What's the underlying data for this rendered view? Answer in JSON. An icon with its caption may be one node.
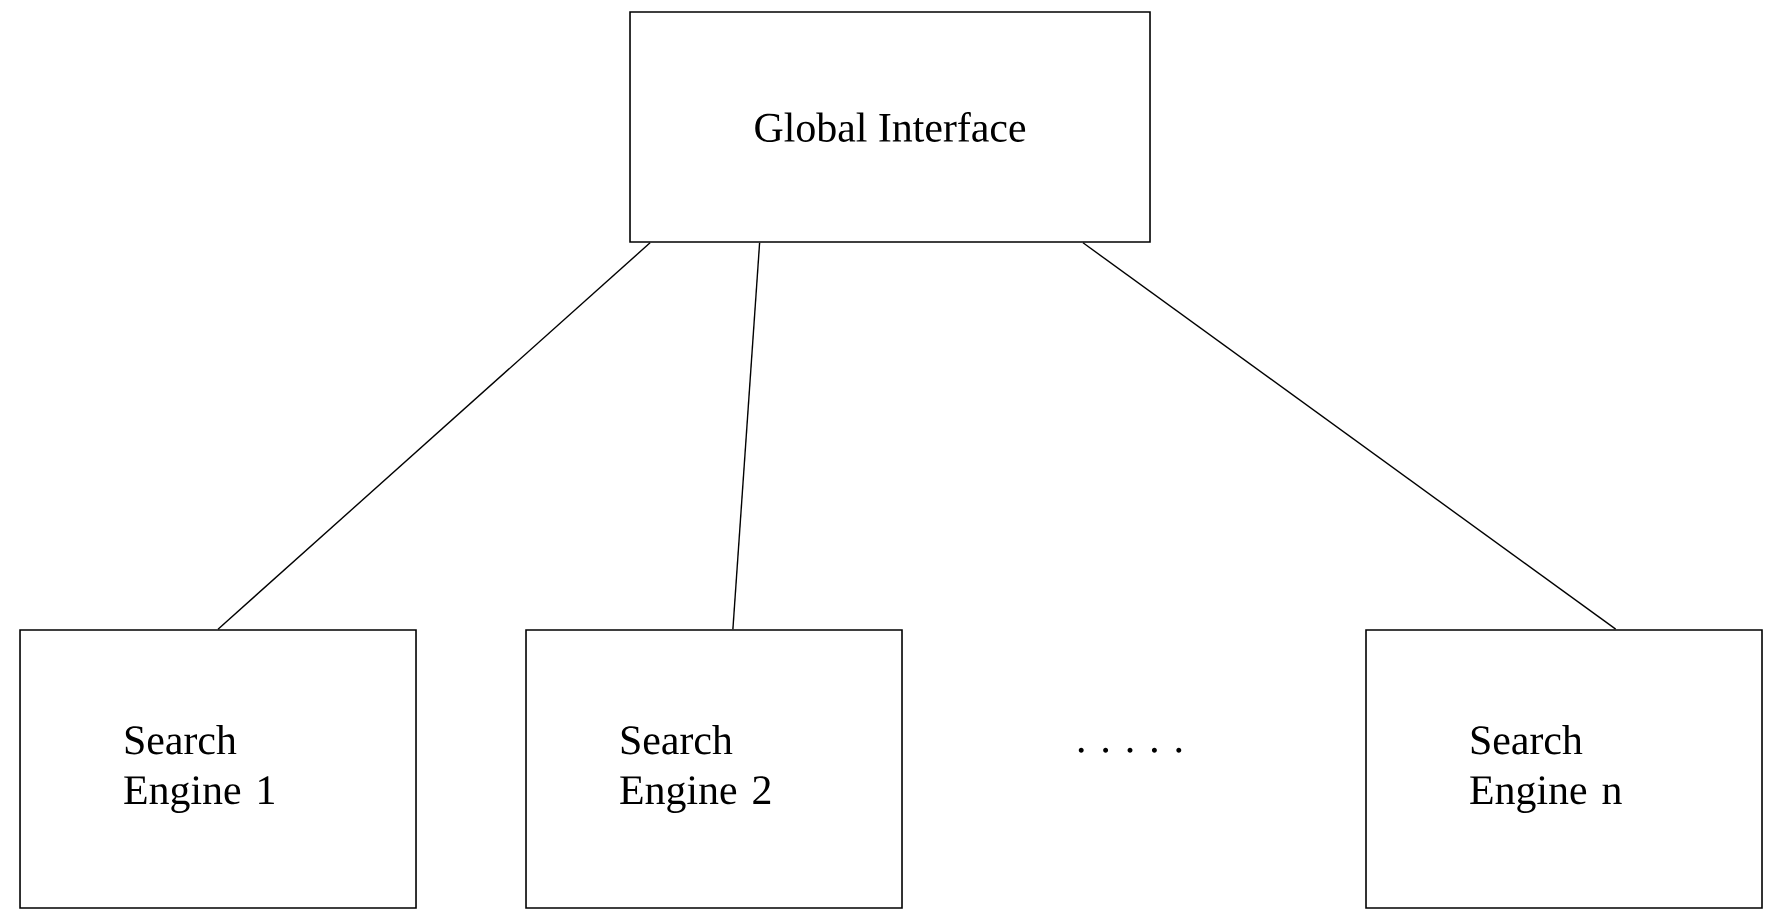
{
  "diagram": {
    "nodes": [
      {
        "text": [
          "Global Interface"
        ]
      },
      {
        "text": [
          "Search Engine 1"
        ]
      },
      {
        "text": [
          "Search Engine 2"
        ]
      },
      {
        "text": [
          "Search Engine n"
        ]
      }
    ],
    "edges": [
      {
        "from": 0,
        "to": 1,
        "arrow": "none"
      },
      {
        "from": 0,
        "to": 2,
        "arrow": "none"
      },
      {
        "from": 0,
        "to": 3,
        "arrow": "none"
      }
    ],
    "labels": [
      "· · · · ·"
    ]
  }
}
